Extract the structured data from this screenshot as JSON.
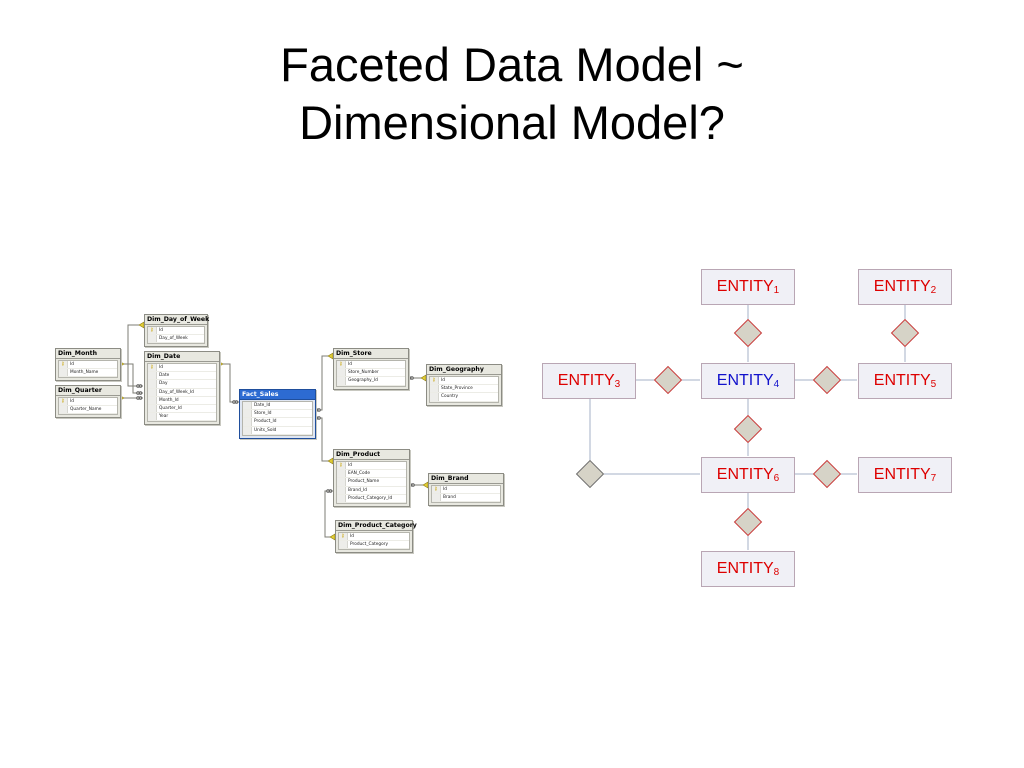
{
  "slide": {
    "title_line1": "Faceted Data Model ~",
    "title_line2": "Dimensional Model?"
  },
  "schema": {
    "dim_day_of_week": {
      "name": "Dim_Day_of_Week",
      "cols": [
        "Id",
        "Day_of_Week"
      ]
    },
    "dim_month": {
      "name": "Dim_Month",
      "cols": [
        "Id",
        "Month_Name"
      ]
    },
    "dim_quarter": {
      "name": "Dim_Quarter",
      "cols": [
        "Id",
        "Quarter_Name"
      ]
    },
    "dim_date": {
      "name": "Dim_Date",
      "cols": [
        "Id",
        "Date",
        "Day",
        "Day_of_Week_Id",
        "Month_Id",
        "Quarter_Id",
        "Year"
      ]
    },
    "fact_sales": {
      "name": "Fact_Sales",
      "cols": [
        "Date_Id",
        "Store_Id",
        "Product_Id",
        "Units_Sold"
      ]
    },
    "dim_store": {
      "name": "Dim_Store",
      "cols": [
        "Id",
        "Store_Number",
        "Geography_Id"
      ]
    },
    "dim_geography": {
      "name": "Dim_Geography",
      "cols": [
        "Id",
        "State_Province",
        "Country"
      ]
    },
    "dim_product": {
      "name": "Dim_Product",
      "cols": [
        "Id",
        "EAN_Code",
        "Product_Name",
        "Brand_Id",
        "Product_Category_Id"
      ]
    },
    "dim_brand": {
      "name": "Dim_Brand",
      "cols": [
        "Id",
        "Brand"
      ]
    },
    "dim_product_category": {
      "name": "Dim_Product_Category",
      "cols": [
        "Id",
        "Product_Category"
      ]
    }
  },
  "er": {
    "entity_label": "ENTITY",
    "subs": [
      "1",
      "2",
      "3",
      "4",
      "5",
      "6",
      "7",
      "8"
    ],
    "colors": {
      "entity_text": "#dd0000",
      "focus_text": "#1212cc",
      "relationship_fill": "#d6d3c7"
    }
  }
}
